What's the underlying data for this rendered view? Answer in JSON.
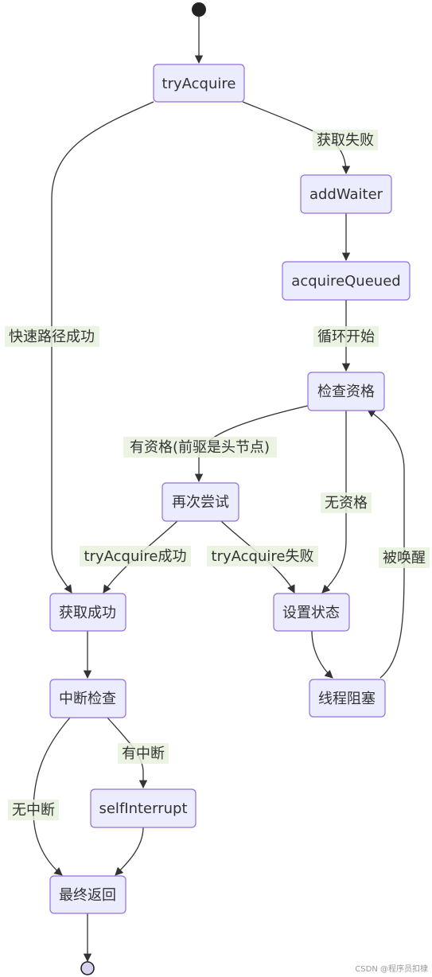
{
  "states": {
    "tryAcquire": "tryAcquire",
    "addWaiter": "addWaiter",
    "acquireQueued": "acquireQueued",
    "check": "检查资格",
    "retry": "再次尝试",
    "setState": "设置状态",
    "park": "线程阻塞",
    "success": "获取成功",
    "interruptCheck": "中断检查",
    "selfInterrupt": "selfInterrupt",
    "finalReturn": "最终返回"
  },
  "transitions": {
    "fast_path": "快速路径成功",
    "acquire_failed": "获取失败",
    "loop_start": "循环开始",
    "eligible": "有资格(前驱是头节点)",
    "not_eligible": "无资格",
    "try_success": "tryAcquire成功",
    "try_failed": "tryAcquire失败",
    "woken": "被唤醒",
    "has_interrupt": "有中断",
    "no_interrupt": "无中断"
  },
  "watermark": "CSDN @程序员扣棣",
  "colors": {
    "node_fill": "#ececff",
    "node_stroke": "#9370db",
    "edge": "#333333",
    "label_bg": "#e8f2de"
  }
}
